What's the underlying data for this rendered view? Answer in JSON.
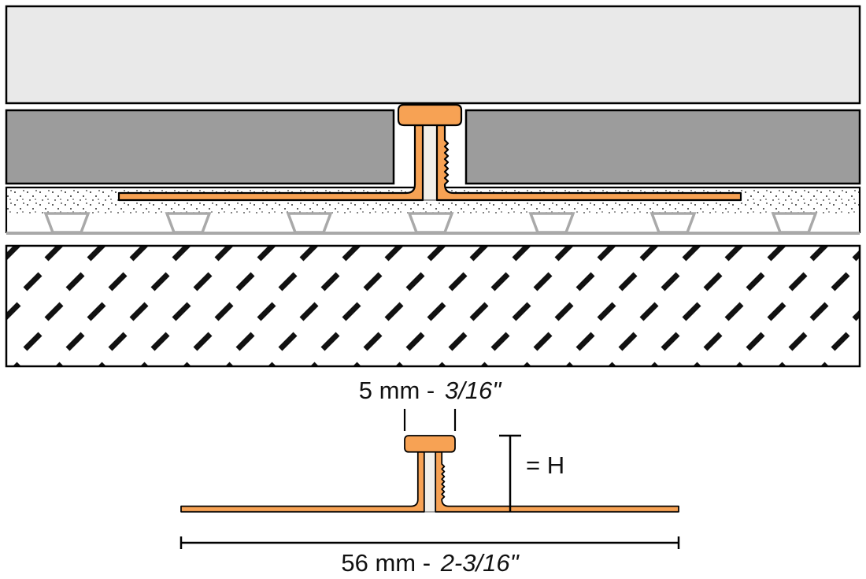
{
  "diagram": {
    "description": "Movement joint profile installation cross-section with dimensioned profile detail drawing",
    "dimensions": {
      "joint_width_metric": "5 mm - ",
      "joint_width_imperial": "3/16\"",
      "profile_height_label": "= H",
      "profile_width_metric": "56 mm - ",
      "profile_width_imperial": "2-3/16\""
    },
    "colors": {
      "profile_orange": "#F7A254",
      "tile_gray": "#9C9C9C",
      "surface_gray": "#E9E9E9",
      "membrane_gray": "#A9A9A9",
      "insert_light": "#F2EFE9",
      "line_black": "#000000"
    }
  }
}
